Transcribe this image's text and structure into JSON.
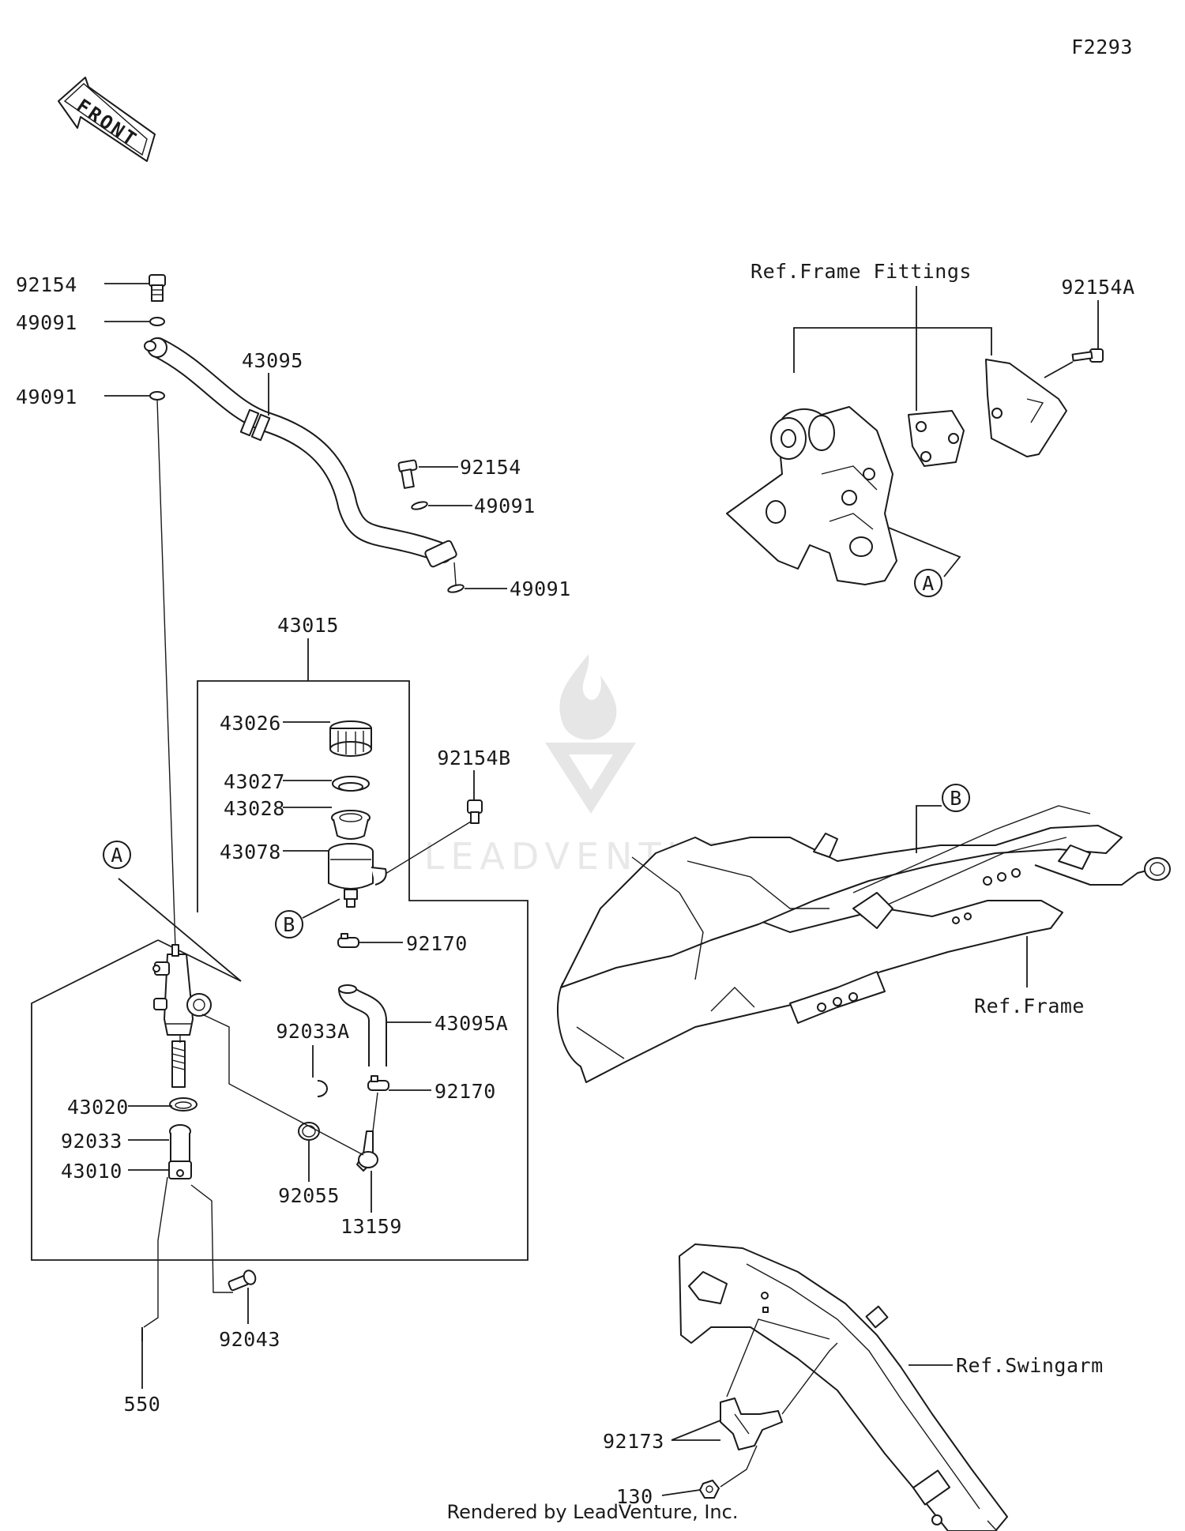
{
  "diagram_code": "F2293",
  "front_arrow": {
    "text": "FRONT",
    "icon": "front-arrow-icon"
  },
  "callouts": {
    "ref_frame_fittings": "Ref.Frame Fittings",
    "ref_frame": "Ref.Frame",
    "ref_swingarm": "Ref.Swingarm",
    "marker_a": "A",
    "marker_b": "B"
  },
  "parts": [
    {
      "id": "92154",
      "label": "92154"
    },
    {
      "id": "49091a",
      "label": "49091"
    },
    {
      "id": "49091b",
      "label": "49091"
    },
    {
      "id": "43095",
      "label": "43095"
    },
    {
      "id": "92154c",
      "label": "92154"
    },
    {
      "id": "49091c",
      "label": "49091"
    },
    {
      "id": "49091d",
      "label": "49091"
    },
    {
      "id": "92154A",
      "label": "92154A"
    },
    {
      "id": "43015",
      "label": "43015"
    },
    {
      "id": "43026",
      "label": "43026"
    },
    {
      "id": "43027",
      "label": "43027"
    },
    {
      "id": "43028",
      "label": "43028"
    },
    {
      "id": "43078",
      "label": "43078"
    },
    {
      "id": "92154B",
      "label": "92154B"
    },
    {
      "id": "92170a",
      "label": "92170"
    },
    {
      "id": "92033A",
      "label": "92033A"
    },
    {
      "id": "43095A",
      "label": "43095A"
    },
    {
      "id": "92170b",
      "label": "92170"
    },
    {
      "id": "43020",
      "label": "43020"
    },
    {
      "id": "92033",
      "label": "92033"
    },
    {
      "id": "43010",
      "label": "43010"
    },
    {
      "id": "92055",
      "label": "92055"
    },
    {
      "id": "13159",
      "label": "13159"
    },
    {
      "id": "92043",
      "label": "92043"
    },
    {
      "id": "550",
      "label": "550"
    },
    {
      "id": "92173",
      "label": "92173"
    },
    {
      "id": "130",
      "label": "130"
    }
  ],
  "watermark": "LEADVENTURE",
  "footer": "Rendered by LeadVenture, Inc."
}
